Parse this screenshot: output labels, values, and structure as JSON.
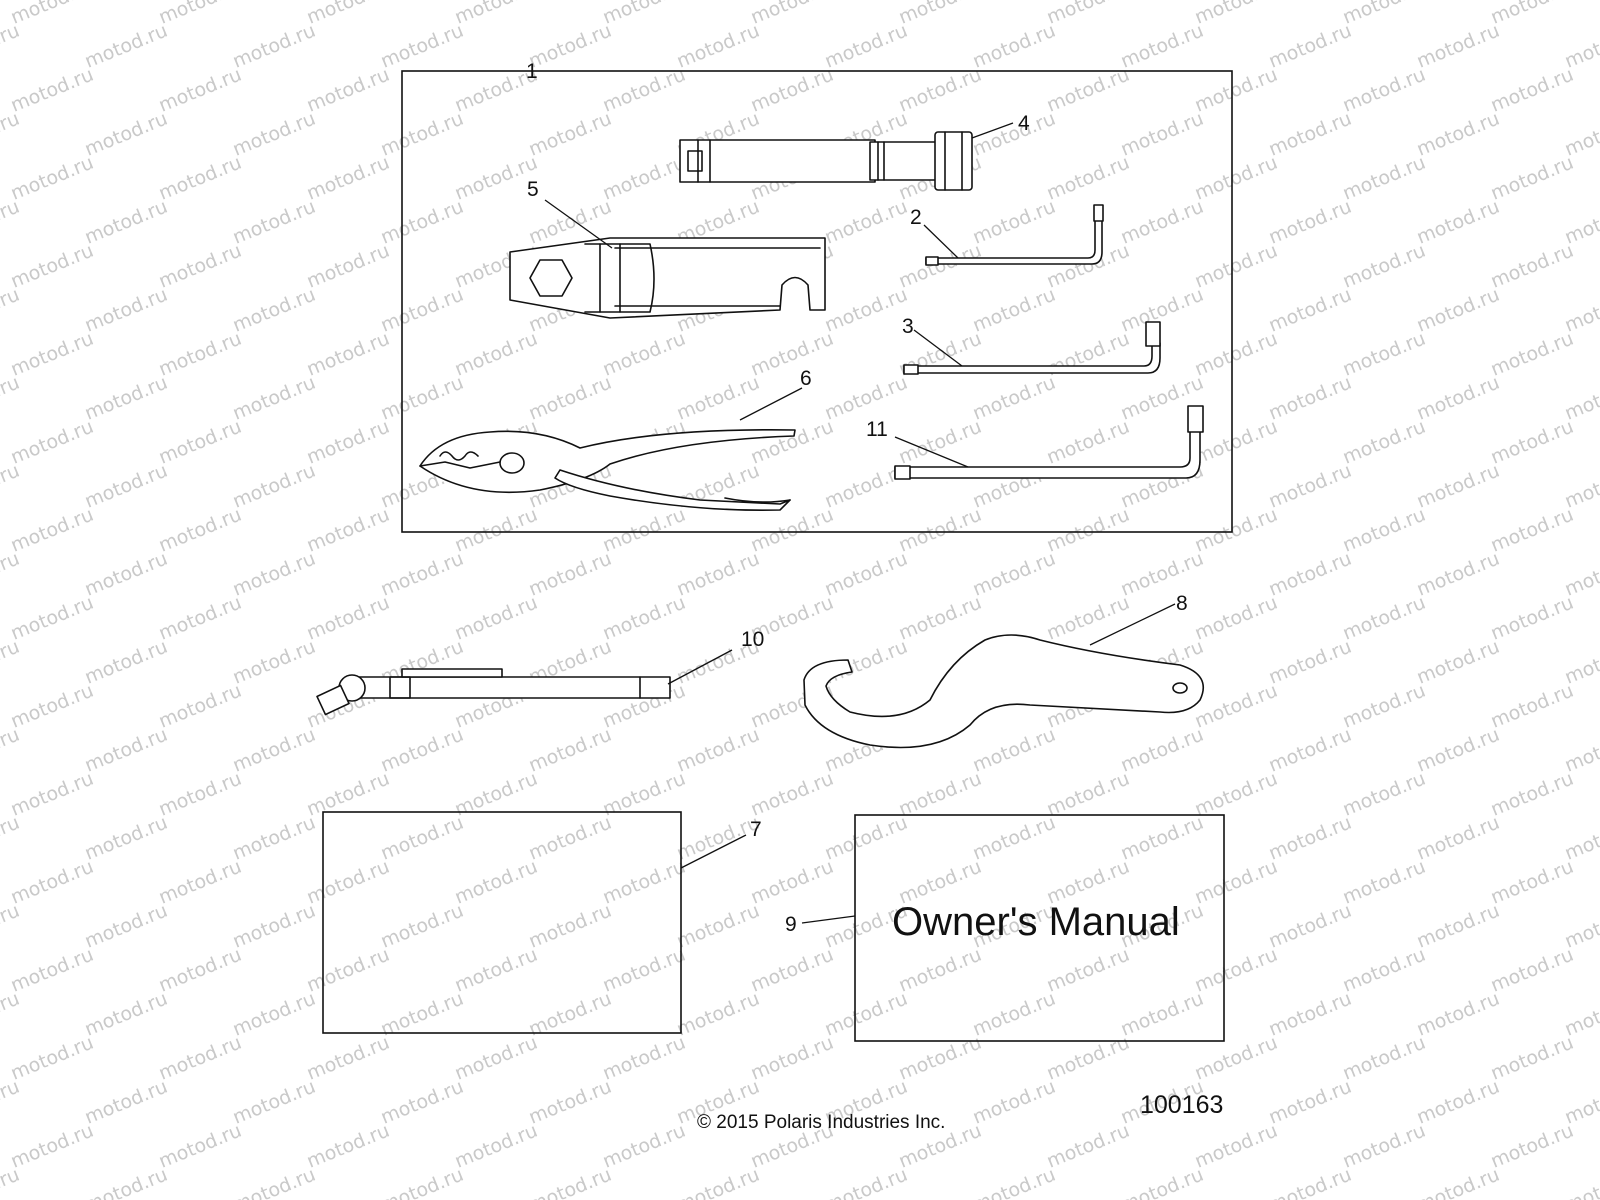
{
  "watermark": "motod.ru",
  "callouts": {
    "c1": "1",
    "c2": "2",
    "c3": "3",
    "c4": "4",
    "c5": "5",
    "c6": "6",
    "c7": "7",
    "c8": "8",
    "c9": "9",
    "c10": "10",
    "c11": "11"
  },
  "manual_title": "Owner's Manual",
  "copyright": "© 2015 Polaris Industries Inc.",
  "figure_number": "100163"
}
